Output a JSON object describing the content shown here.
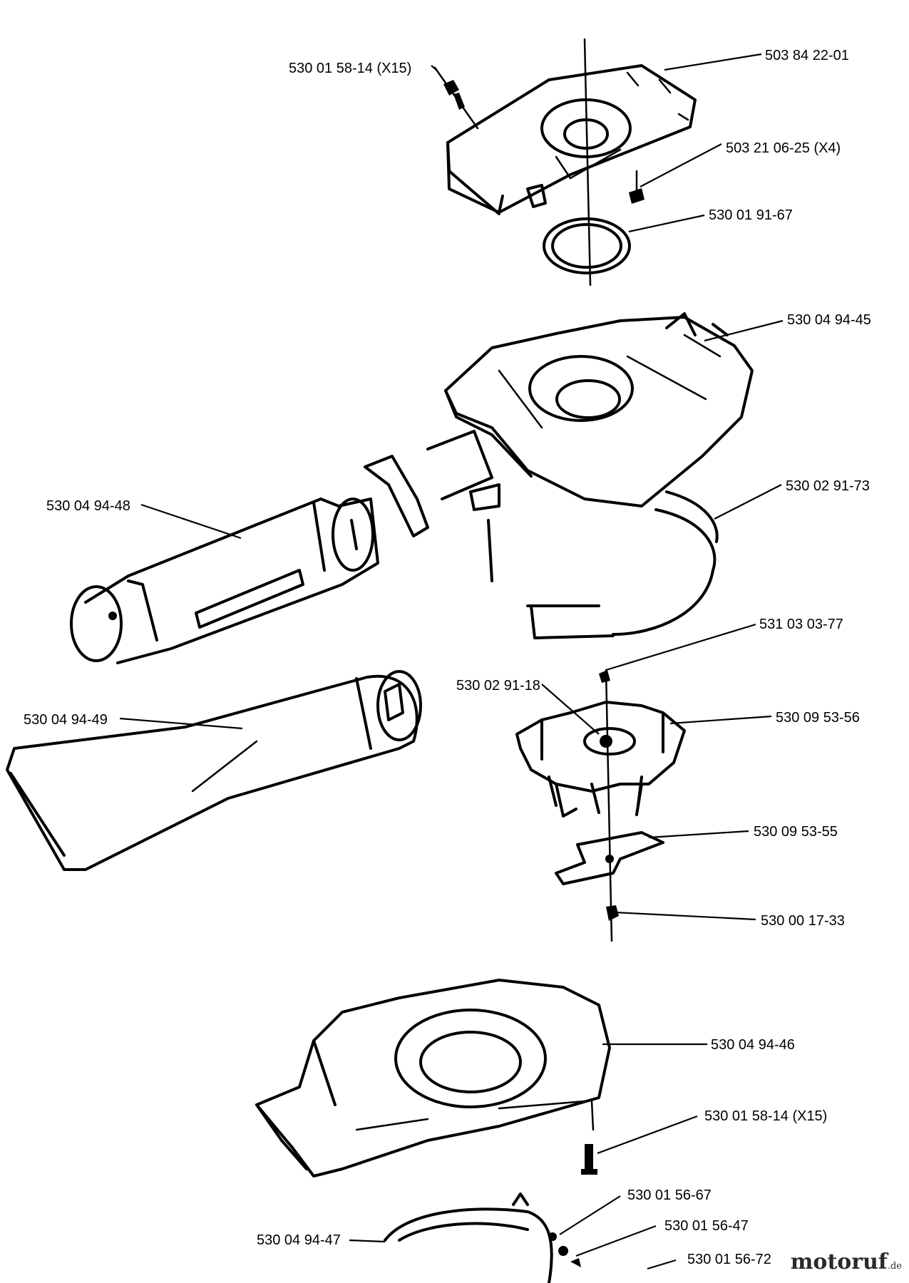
{
  "part_labels": [
    "530 01 58-14 (X15)",
    "503 84 22-01",
    "503 21 06-25 (X4)",
    "530 01 91-67",
    "530 04 94-45",
    "530 04 94-48",
    "530 02 91-73",
    "531 03 03-77",
    "530 02 91-18",
    "530 09 53-56",
    "530 04 94-49",
    "530 09 53-55",
    "530 00 17-33",
    "530 04 94-46",
    "530 01 58-14 (X15)",
    "530 01 56-67",
    "530 04 94-47",
    "530 01 56-47",
    "530 01 56-72"
  ],
  "watermark": {
    "brand": "motoruf",
    "tld": ".de"
  }
}
